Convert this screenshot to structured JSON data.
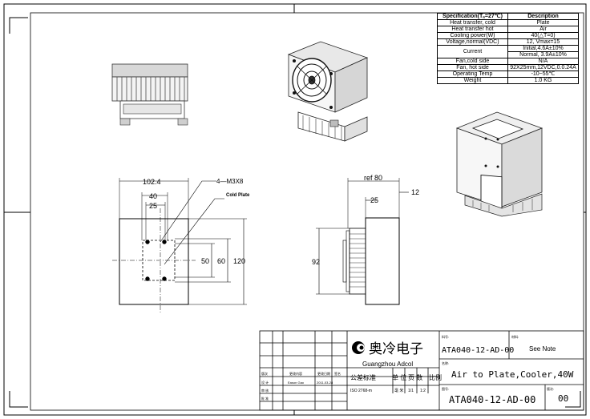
{
  "spec_table": {
    "header": [
      "Specification(Tₐ=27℃)",
      "Description"
    ],
    "rows": [
      {
        "label": "Heat transfer, cold",
        "value": "Plate"
      },
      {
        "label": "Heat transfer hot",
        "value": "Air"
      },
      {
        "label": "Cooling power(W)",
        "value": "40(△T=0)"
      },
      {
        "label": "Voltage,normal(VDC)",
        "value": "12, Vmax=15"
      },
      {
        "label": "Current",
        "value": "Initial,4.6A±10%",
        "value2": "Normal, 3.9A±10%"
      },
      {
        "label": "Fan,cold side",
        "value": "N/A"
      },
      {
        "label": "Fan, hot side",
        "value": "92X25mm,12VDC,0.0.24A"
      },
      {
        "label": "Operating Temp",
        "value": "-10~55℃"
      },
      {
        "label": "Weight",
        "value": "1.0 KG"
      }
    ]
  },
  "front_view": {
    "dim_overall": "102.4",
    "dim_40": "40",
    "dim_25": "25",
    "dim_50": "50",
    "dim_60": "60",
    "dim_120": "120",
    "hole_callout": "4—M3X8",
    "cold_plate_label": "Cold Plate"
  },
  "side_view": {
    "dim_ref80": "ref 80",
    "dim_12": "12",
    "dim_25": "25",
    "dim_92": "92"
  },
  "title_block": {
    "company_cn": "奥冷电子",
    "company_en": "Guangzhou Adcol",
    "part_no_label": "料号:",
    "part_no": "ATA040-12-AD-00",
    "material_label": "材料:",
    "material": "See Note",
    "name_label": "名称:",
    "name": "Air to Plate,Cooler,40W",
    "drawing_no_label": "图号:",
    "drawing_no": "ATA040-12-AD-00",
    "version_label": "版次:",
    "version": "00",
    "tolerance": "公差标准",
    "unit": "单 位",
    "pages": "页 数",
    "scale": "比例",
    "tolerance_val": "ISO 2768-m",
    "unit_val": "毫 米",
    "pages_val": "1/1",
    "scale_val": "1:2",
    "rev_header": [
      "版次",
      "更改内容",
      "更改日期",
      "签名"
    ],
    "row_design": "设 计",
    "row_review": "审 核",
    "row_approve": "批 准",
    "designer": "Eason Gao",
    "date": "2011-03-28"
  }
}
